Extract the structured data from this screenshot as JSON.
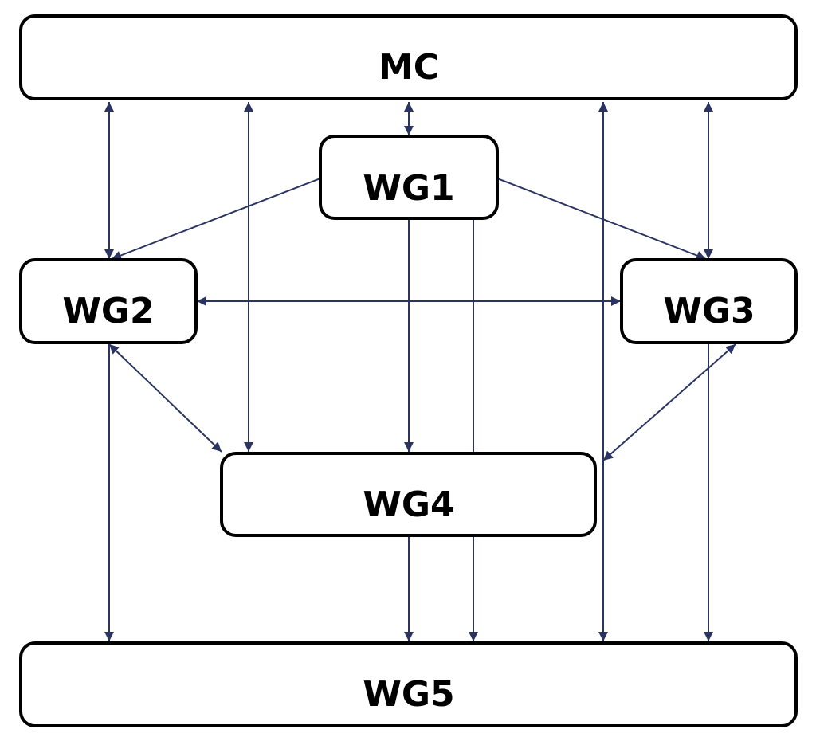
{
  "colors": {
    "arrow": "#2b3461",
    "box_stroke": "#000000",
    "box_fill": "#ffffff",
    "text": "#000000"
  },
  "nodes": {
    "mc": {
      "label": "MC"
    },
    "wg1": {
      "label": "WG1"
    },
    "wg2": {
      "label": "WG2"
    },
    "wg3": {
      "label": "WG3"
    },
    "wg4": {
      "label": "WG4"
    },
    "wg5": {
      "label": "WG5"
    }
  },
  "edges": [
    {
      "from": "mc",
      "to": "wg2",
      "direction": "both"
    },
    {
      "from": "mc",
      "to": "wg4",
      "direction": "both"
    },
    {
      "from": "mc",
      "to": "wg1",
      "direction": "both"
    },
    {
      "from": "mc",
      "to": "wg5",
      "direction": "both"
    },
    {
      "from": "mc",
      "to": "wg3",
      "direction": "both"
    },
    {
      "from": "wg1",
      "to": "wg2",
      "direction": "forward"
    },
    {
      "from": "wg1",
      "to": "wg3",
      "direction": "forward"
    },
    {
      "from": "wg1",
      "to": "wg4",
      "direction": "forward"
    },
    {
      "from": "wg1",
      "to": "wg5",
      "direction": "forward"
    },
    {
      "from": "wg2",
      "to": "wg3",
      "direction": "both"
    },
    {
      "from": "wg2",
      "to": "wg4",
      "direction": "both"
    },
    {
      "from": "wg3",
      "to": "wg4",
      "direction": "both"
    },
    {
      "from": "wg2",
      "to": "wg5",
      "direction": "forward"
    },
    {
      "from": "wg3",
      "to": "wg5",
      "direction": "forward"
    },
    {
      "from": "wg4",
      "to": "wg5",
      "direction": "forward"
    }
  ]
}
